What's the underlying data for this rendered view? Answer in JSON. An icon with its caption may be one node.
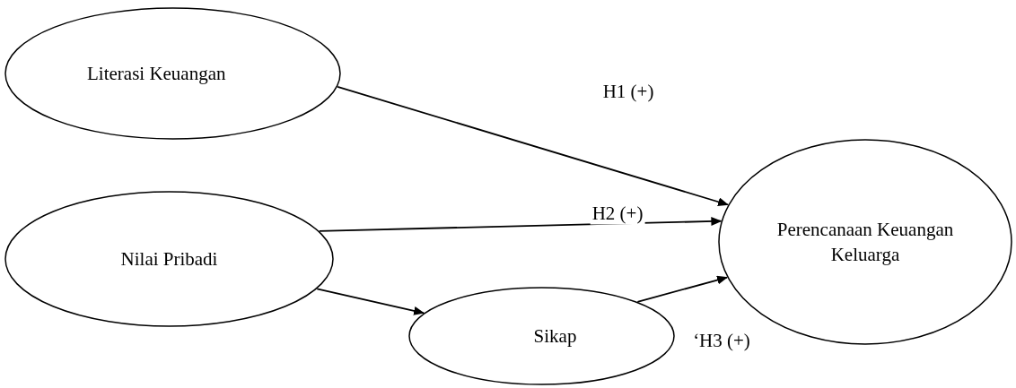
{
  "diagram": {
    "nodes": [
      {
        "text": [
          "Literasi Keuangan"
        ]
      },
      {
        "text": [
          "Nilai Pribadi"
        ]
      },
      {
        "text": [
          "Sikap"
        ]
      },
      {
        "text": [
          "Perencanaan Keuangan Keluarga"
        ]
      }
    ],
    "edges": [
      {
        "from": 0,
        "to": 3,
        "arrow": "to",
        "label": "H1 (+)"
      },
      {
        "from": 1,
        "to": 3,
        "arrow": "to",
        "label": "H2 (+)"
      },
      {
        "from": 1,
        "to": 2,
        "arrow": "to"
      },
      {
        "from": 2,
        "to": 3,
        "arrow": "to",
        "label": "‘H3 (+)"
      }
    ]
  }
}
